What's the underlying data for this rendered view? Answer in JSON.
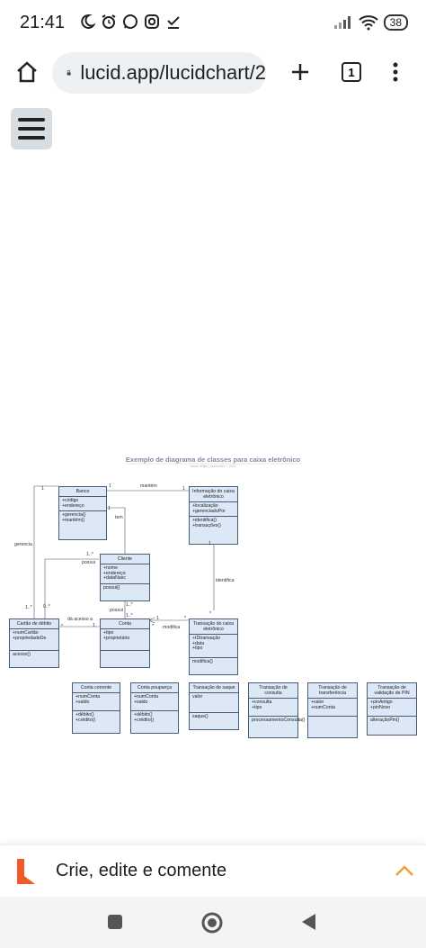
{
  "status": {
    "time": "21:41",
    "battery": "38"
  },
  "browser": {
    "url": "lucid.app/lucidchart/2",
    "tab_count": "1"
  },
  "diagram": {
    "title": "Exemplo de diagrama de classes para caixa eletrônico",
    "subtitle": "James Wiltie  |  November 7, 2022",
    "classes": {
      "banco": {
        "name": "Banco",
        "attrs": [
          "+código",
          "+endereço"
        ],
        "methods": [
          "+gerencia()",
          "+mantém()"
        ]
      },
      "info": {
        "name": "Informação do caixa eletrônico",
        "attrs": [
          "+localização",
          "+gerenciadoPor"
        ],
        "methods": [
          "+identifica()",
          "+transações()"
        ]
      },
      "cliente": {
        "name": "Cliente",
        "attrs": [
          "+nome",
          "+endereço",
          "+dataNasc"
        ],
        "methods": [
          "possui()"
        ]
      },
      "cartao": {
        "name": "Cartão de débito",
        "attrs": [
          "+numCartão",
          "+propriedadeDe"
        ],
        "methods": [
          "acesso()"
        ]
      },
      "conta": {
        "name": "Conta",
        "attrs": [
          "+tipo",
          "+proprietário"
        ],
        "methods": [
          ""
        ]
      },
      "transacao": {
        "name": "Transação do caixa eletrônico",
        "attrs": [
          "+IDtransação",
          "+data",
          "+tipo"
        ],
        "methods": [
          "modifica()"
        ]
      },
      "corrente": {
        "name": "Conta corrente",
        "attrs": [
          "+numConta",
          "+saldo"
        ],
        "methods": [
          "+débito()",
          "+crédito()"
        ]
      },
      "poupanca": {
        "name": "Conta poupança",
        "attrs": [
          "+numConta",
          "+saldo"
        ],
        "methods": [
          "+débito()",
          "+crédito()"
        ]
      },
      "saque": {
        "name": "Transação de saque",
        "attrs": [
          "valor"
        ],
        "methods": [
          "saque()"
        ]
      },
      "consulta": {
        "name": "Transação de consulta",
        "attrs": [
          "+consulta",
          "+tipo"
        ],
        "methods": [
          "processamentoConsulta()"
        ]
      },
      "transferencia": {
        "name": "Transação de transferência",
        "attrs": [
          "+valor",
          "+numConta"
        ],
        "methods": [
          ""
        ]
      },
      "pin": {
        "name": "Transação de validação de PIN",
        "attrs": [
          "+pinAntigo",
          "+pinNovo"
        ],
        "methods": [
          "alteraçãoPin()"
        ]
      }
    },
    "labels": {
      "mantem": "mantém",
      "tem": "tem",
      "gerencia": "gerencia",
      "possui1": "possui",
      "possui2": "possui",
      "identifica": "identifica",
      "da_acesso": "dá acesso a",
      "modifica": "modifica",
      "m1": "1",
      "m2": "1",
      "m3": "1",
      "m4": "1..*",
      "m5": "1",
      "m6": "1..*",
      "m7": "0..*",
      "m8": "1..*",
      "m9": "1",
      "m10": "*",
      "m11": "1",
      "m12": "*",
      "m13": "*",
      "m14": "*",
      "m15": "1",
      "m16": "1"
    }
  },
  "sheet": {
    "text": "Crie, edite e comente"
  },
  "colors": {
    "brand_orange": "#f05a28",
    "class_fill": "#dde8f6"
  }
}
